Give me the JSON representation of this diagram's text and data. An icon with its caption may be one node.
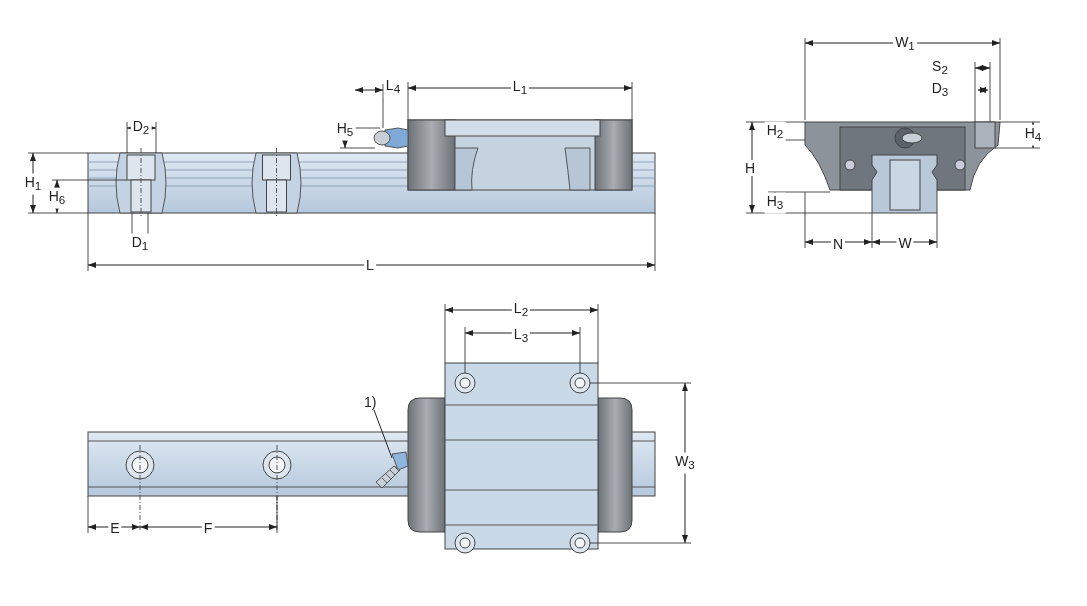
{
  "diagram": {
    "nodes": [
      {
        "text": [
          "1)"
        ]
      },
      {
        "text": [],
        "shape": "picture"
      }
    ],
    "edges": [
      {
        "from": 0,
        "to": 1,
        "arrow": "none"
      }
    ],
    "labels": [
      "W$_{1}$",
      "D$_{2}$",
      "L$_{4}$",
      "L$_{1}$",
      "S$_{2}$",
      "D$_{3}$",
      "H$_{5}$",
      "H$_{2}$",
      "H$_{4}$",
      "H$_{1}$",
      "H$_{6}$",
      "H",
      "H$_{3}$",
      "D$_{1}$",
      "N",
      "W",
      "L",
      "L$_{2}$",
      "L$_{3}$",
      "W$_{3}$",
      "E",
      "F"
    ]
  }
}
